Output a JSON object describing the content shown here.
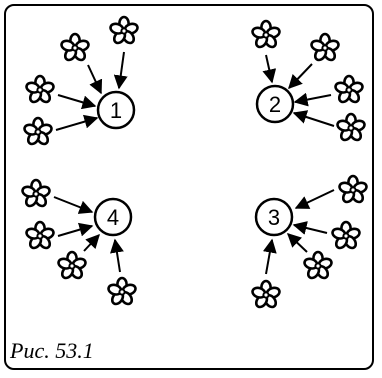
{
  "figure": {
    "caption": "Рис. 53.1",
    "groups": [
      {
        "number": "1",
        "flower_count": 4
      },
      {
        "number": "2",
        "flower_count": 4
      },
      {
        "number": "3",
        "flower_count": 4
      },
      {
        "number": "4",
        "flower_count": 4
      }
    ]
  }
}
